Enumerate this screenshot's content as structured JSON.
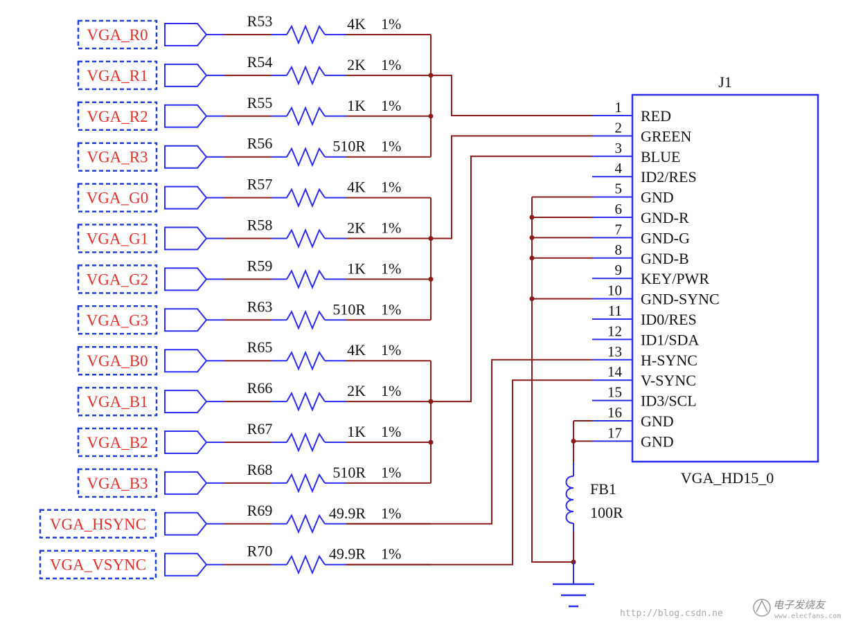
{
  "colors": {
    "wire": "#8b1a1a",
    "symbol": "#2a2af0",
    "net_label_text": "#e0302a",
    "net_label_box": "#1f3fd8",
    "text": "#111111"
  },
  "channels": [
    {
      "net": "VGA_R0",
      "ref": "R53",
      "value": "4K",
      "tol": "1%"
    },
    {
      "net": "VGA_R1",
      "ref": "R54",
      "value": "2K",
      "tol": "1%"
    },
    {
      "net": "VGA_R2",
      "ref": "R55",
      "value": "1K",
      "tol": "1%"
    },
    {
      "net": "VGA_R3",
      "ref": "R56",
      "value": "510R",
      "tol": "1%"
    },
    {
      "net": "VGA_G0",
      "ref": "R57",
      "value": "4K",
      "tol": "1%"
    },
    {
      "net": "VGA_G1",
      "ref": "R58",
      "value": "2K",
      "tol": "1%"
    },
    {
      "net": "VGA_G2",
      "ref": "R59",
      "value": "1K",
      "tol": "1%"
    },
    {
      "net": "VGA_G3",
      "ref": "R63",
      "value": "510R",
      "tol": "1%"
    },
    {
      "net": "VGA_B0",
      "ref": "R65",
      "value": "4K",
      "tol": "1%"
    },
    {
      "net": "VGA_B1",
      "ref": "R66",
      "value": "2K",
      "tol": "1%"
    },
    {
      "net": "VGA_B2",
      "ref": "R67",
      "value": "1K",
      "tol": "1%"
    },
    {
      "net": "VGA_B3",
      "ref": "R68",
      "value": "510R",
      "tol": "1%"
    },
    {
      "net": "VGA_HSYNC",
      "ref": "R69",
      "value": "49.9R",
      "tol": "1%"
    },
    {
      "net": "VGA_VSYNC",
      "ref": "R70",
      "value": "49.9R",
      "tol": "1%"
    }
  ],
  "connector": {
    "ref": "J1",
    "part": "VGA_HD15_0",
    "pins": [
      {
        "num": "1",
        "name": "RED"
      },
      {
        "num": "2",
        "name": "GREEN"
      },
      {
        "num": "3",
        "name": "BLUE"
      },
      {
        "num": "4",
        "name": "ID2/RES"
      },
      {
        "num": "5",
        "name": "GND"
      },
      {
        "num": "6",
        "name": "GND-R"
      },
      {
        "num": "7",
        "name": "GND-G"
      },
      {
        "num": "8",
        "name": "GND-B"
      },
      {
        "num": "9",
        "name": "KEY/PWR"
      },
      {
        "num": "10",
        "name": "GND-SYNC"
      },
      {
        "num": "11",
        "name": "ID0/RES"
      },
      {
        "num": "12",
        "name": "ID1/SDA"
      },
      {
        "num": "13",
        "name": "H-SYNC"
      },
      {
        "num": "14",
        "name": "V-SYNC"
      },
      {
        "num": "15",
        "name": "ID3/SCL"
      },
      {
        "num": "16",
        "name": "GND"
      },
      {
        "num": "17",
        "name": "GND"
      }
    ]
  },
  "ferrite": {
    "ref": "FB1",
    "value": "100R"
  },
  "watermark": {
    "url": "http://blog.csdn.ne",
    "logo_text": "电子发烧友",
    "logo_sub": "www.elecfans.com"
  }
}
